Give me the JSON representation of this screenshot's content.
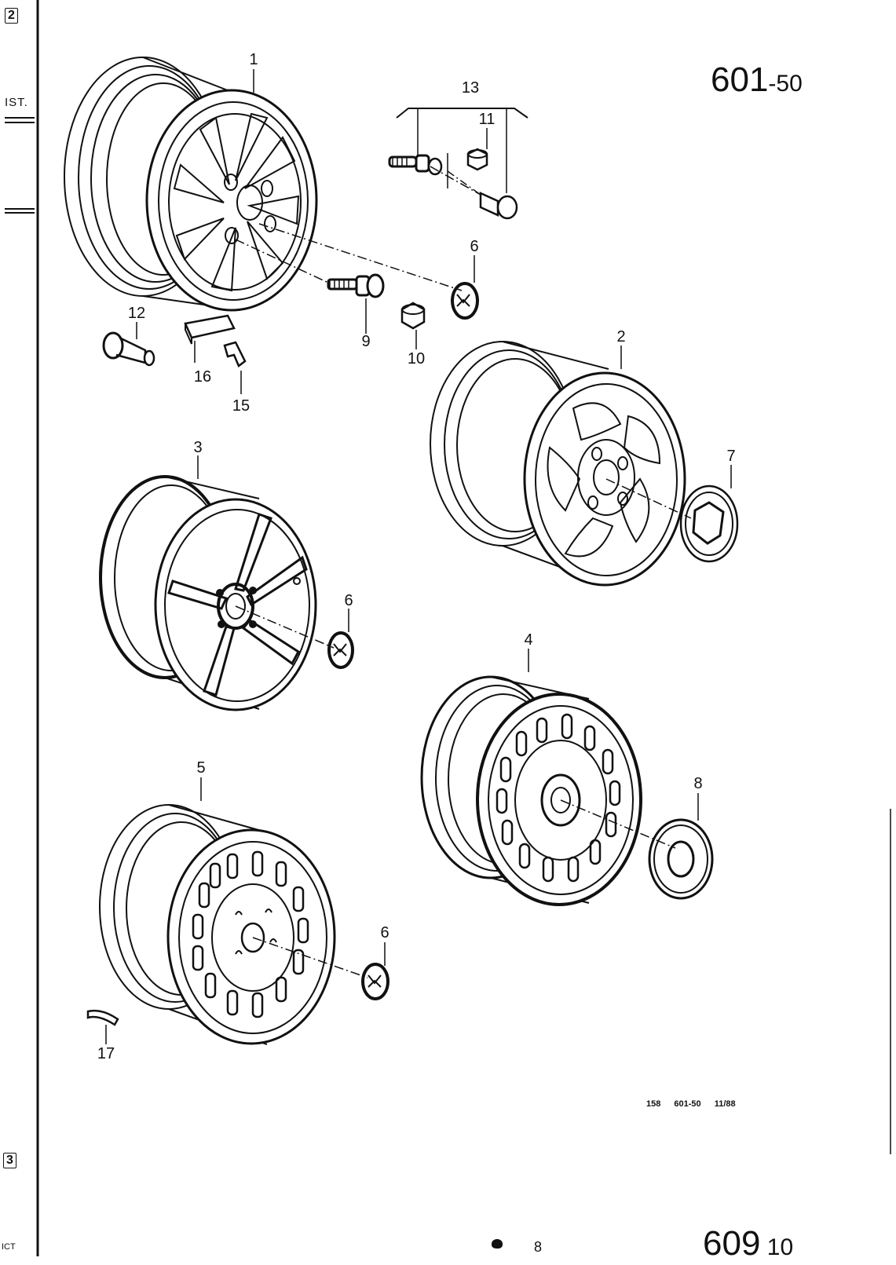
{
  "page_code": "601",
  "page_code_suffix": "-50",
  "next_page_code": "609",
  "next_page_suffix": "10",
  "margin_tab_top": "2",
  "margin_tab_bottom": "3",
  "margin_text": "IST.",
  "reference_note": "158 601-50 11/88",
  "footer_fragment": "8",
  "bottom_left_fragment": "ICT",
  "callouts": {
    "n1": "1",
    "n2": "2",
    "n3": "3",
    "n4": "4",
    "n5": "5",
    "n6a": "6",
    "n6b": "6",
    "n6c": "6",
    "n7": "7",
    "n8": "8",
    "n9": "9",
    "n10": "10",
    "n11": "11",
    "n12": "12",
    "n13": "13",
    "n15": "15",
    "n16": "16",
    "n17": "17"
  }
}
